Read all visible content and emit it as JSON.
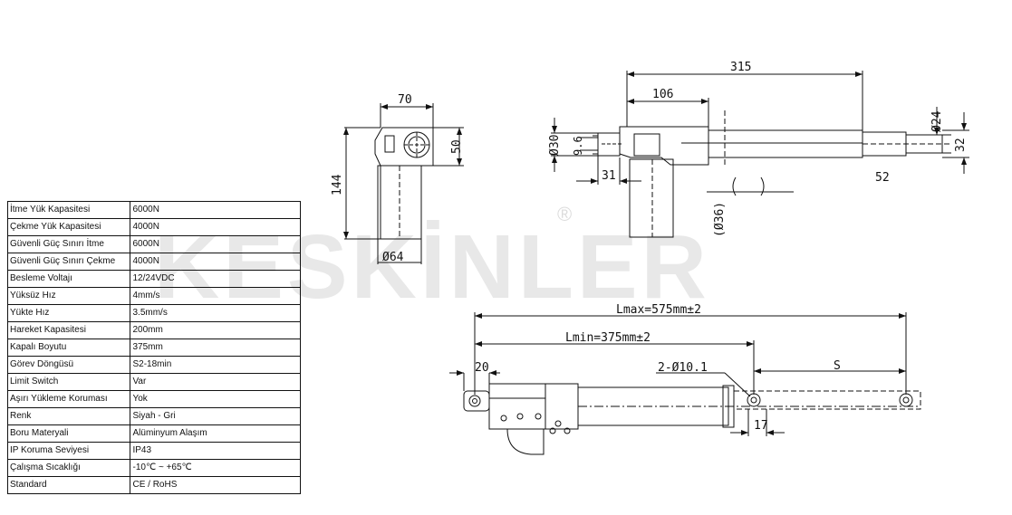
{
  "brand": {
    "name": "KESKİNLER",
    "registered": "®"
  },
  "specs": [
    {
      "label": "İtme Yük Kapasitesi",
      "value": "6000N"
    },
    {
      "label": "Çekme Yük Kapasitesi",
      "value": "4000N"
    },
    {
      "label": "Güvenli Güç Sınırı İtme",
      "value": "6000N"
    },
    {
      "label": "Güvenli Güç Sınırı Çekme",
      "value": "4000N"
    },
    {
      "label": "Besleme Voltajı",
      "value": "12/24VDC"
    },
    {
      "label": "Yüksüz Hız",
      "value": "4mm/s"
    },
    {
      "label": "Yükte Hız",
      "value": "3.5mm/s"
    },
    {
      "label": "Hareket Kapasitesi",
      "value": "200mm"
    },
    {
      "label": "Kapalı Boyutu",
      "value": "375mm"
    },
    {
      "label": "Görev Döngüsü",
      "value": "S2-18min"
    },
    {
      "label": "Limit Switch",
      "value": "Var"
    },
    {
      "label": "Aşırı Yükleme Koruması",
      "value": "Yok"
    },
    {
      "label": "Renk",
      "value": "Siyah - Gri"
    },
    {
      "label": "Boru Materyali",
      "value": "Alüminyum Alaşım"
    },
    {
      "label": "IP Koruma Seviyesi",
      "value": "IP43"
    },
    {
      "label": "Çalışma Sıcaklığı",
      "value": "-10℃ ~ +65℃"
    },
    {
      "label": "Standard",
      "value": "CE / RoHS"
    }
  ],
  "dimensions": {
    "end_view": {
      "width": "70",
      "height": "50",
      "total_height": "144",
      "motor_dia": "Ø64"
    },
    "side_view": {
      "total_length": "315",
      "gearbox": "106",
      "rear_dia": "Ø30",
      "pin": "9.6",
      "rear_offset": "31",
      "motor_dia": "(Ø36)",
      "rod_dia": "Ø24",
      "rod_height": "32",
      "rod_end": "52"
    },
    "stroke_view": {
      "lmax": "Lmax=575mm±2",
      "lmin": "Lmin=375mm±2",
      "rear_end": "20",
      "holes": "2-Ø10.1",
      "stroke": "S",
      "front_end": "17"
    }
  }
}
